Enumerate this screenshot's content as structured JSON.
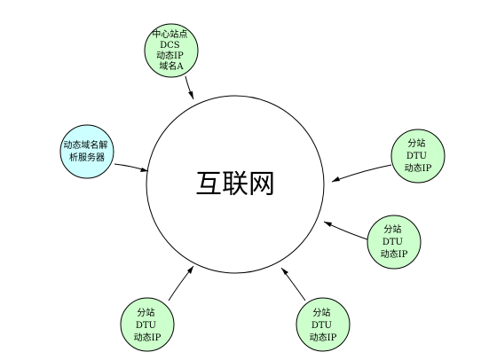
{
  "center": {
    "label": "互联网",
    "fill": "#ffffff"
  },
  "nodes": [
    {
      "id": "central-station",
      "lines": [
        "中心站点",
        "DCS",
        "动态IP",
        "域名A"
      ],
      "fill": "#ccffcc"
    },
    {
      "id": "dns-server",
      "lines": [
        "动态域名解",
        "析服务器"
      ],
      "fill": "#ccffff"
    },
    {
      "id": "substation-right-upper",
      "lines": [
        "分站",
        "DTU",
        "动态IP"
      ],
      "fill": "#ccffcc"
    },
    {
      "id": "substation-right-lower",
      "lines": [
        "分站",
        "DTU",
        "动态IP"
      ],
      "fill": "#ccffcc"
    },
    {
      "id": "substation-bottom-right",
      "lines": [
        "分站",
        "DTU",
        "动态IP"
      ],
      "fill": "#ccffcc"
    },
    {
      "id": "substation-bottom-left",
      "lines": [
        "分站",
        "DTU",
        "动态IP"
      ],
      "fill": "#ccffcc"
    }
  ]
}
